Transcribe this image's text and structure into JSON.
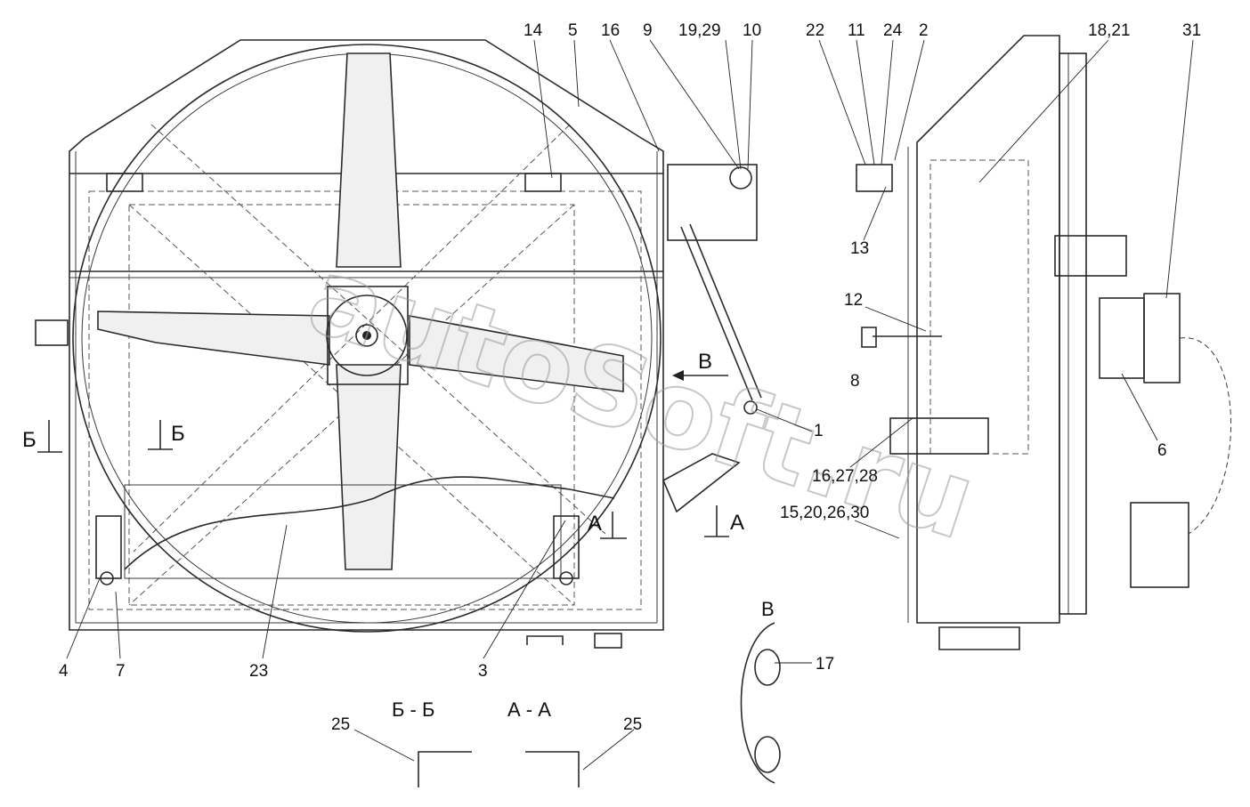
{
  "callouts": {
    "c1": "1",
    "c2": "2",
    "c3": "3",
    "c4": "4",
    "c5": "5",
    "c6": "6",
    "c7": "7",
    "c8": "8",
    "c9": "9",
    "c10": "10",
    "c11": "11",
    "c12": "12",
    "c13": "13",
    "c14": "14",
    "c16": "16",
    "c17": "17",
    "c22": "22",
    "c23": "23",
    "c24": "24",
    "c25a": "25",
    "c25b": "25",
    "c31": "31",
    "c18_21": "18,21",
    "c19_29": "19,29",
    "c16_27_28": "16,27,28",
    "c15_20_26_30": "15,20,26,30"
  },
  "section_markers": {
    "b_left": "Б",
    "b_inner": "Б",
    "a_inner": "А",
    "a_right": "А",
    "v_arrow": "В"
  },
  "section_titles": {
    "b_b": "Б - Б",
    "a_a": "А - А",
    "v": "В"
  },
  "watermark": "autoSoft.ru"
}
